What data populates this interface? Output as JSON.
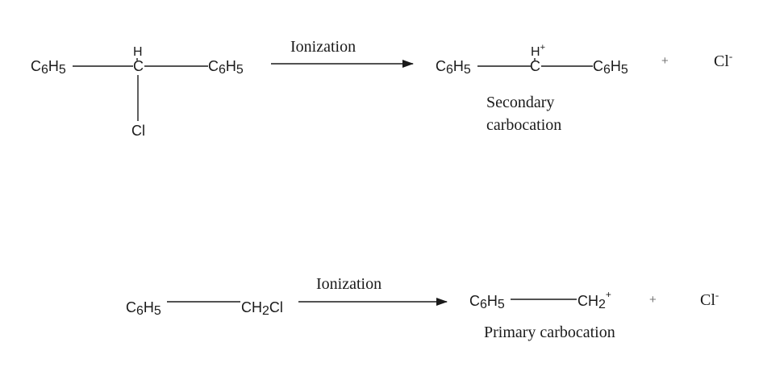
{
  "reaction1": {
    "reactant": {
      "group_left": "C6H5",
      "center_h": "H",
      "center_c": "C",
      "group_right": "C6H5",
      "substituent": "Cl"
    },
    "arrow_label": "Ionization",
    "product": {
      "group_left": "C6H5",
      "center_h": "H",
      "center_c": "C",
      "group_right": "C6H5",
      "plus": "+",
      "ion": "Cl"
    },
    "caption_line1": "Secondary",
    "caption_line2": "carbocation"
  },
  "reaction2": {
    "reactant": {
      "group_left": "C6H5",
      "group_right": "CH2Cl"
    },
    "arrow_label": "Ionization",
    "product": {
      "group_left": "C6H5",
      "group_right": "CH2",
      "plus": "+",
      "ion": "Cl"
    },
    "caption": "Primary carbocation"
  }
}
